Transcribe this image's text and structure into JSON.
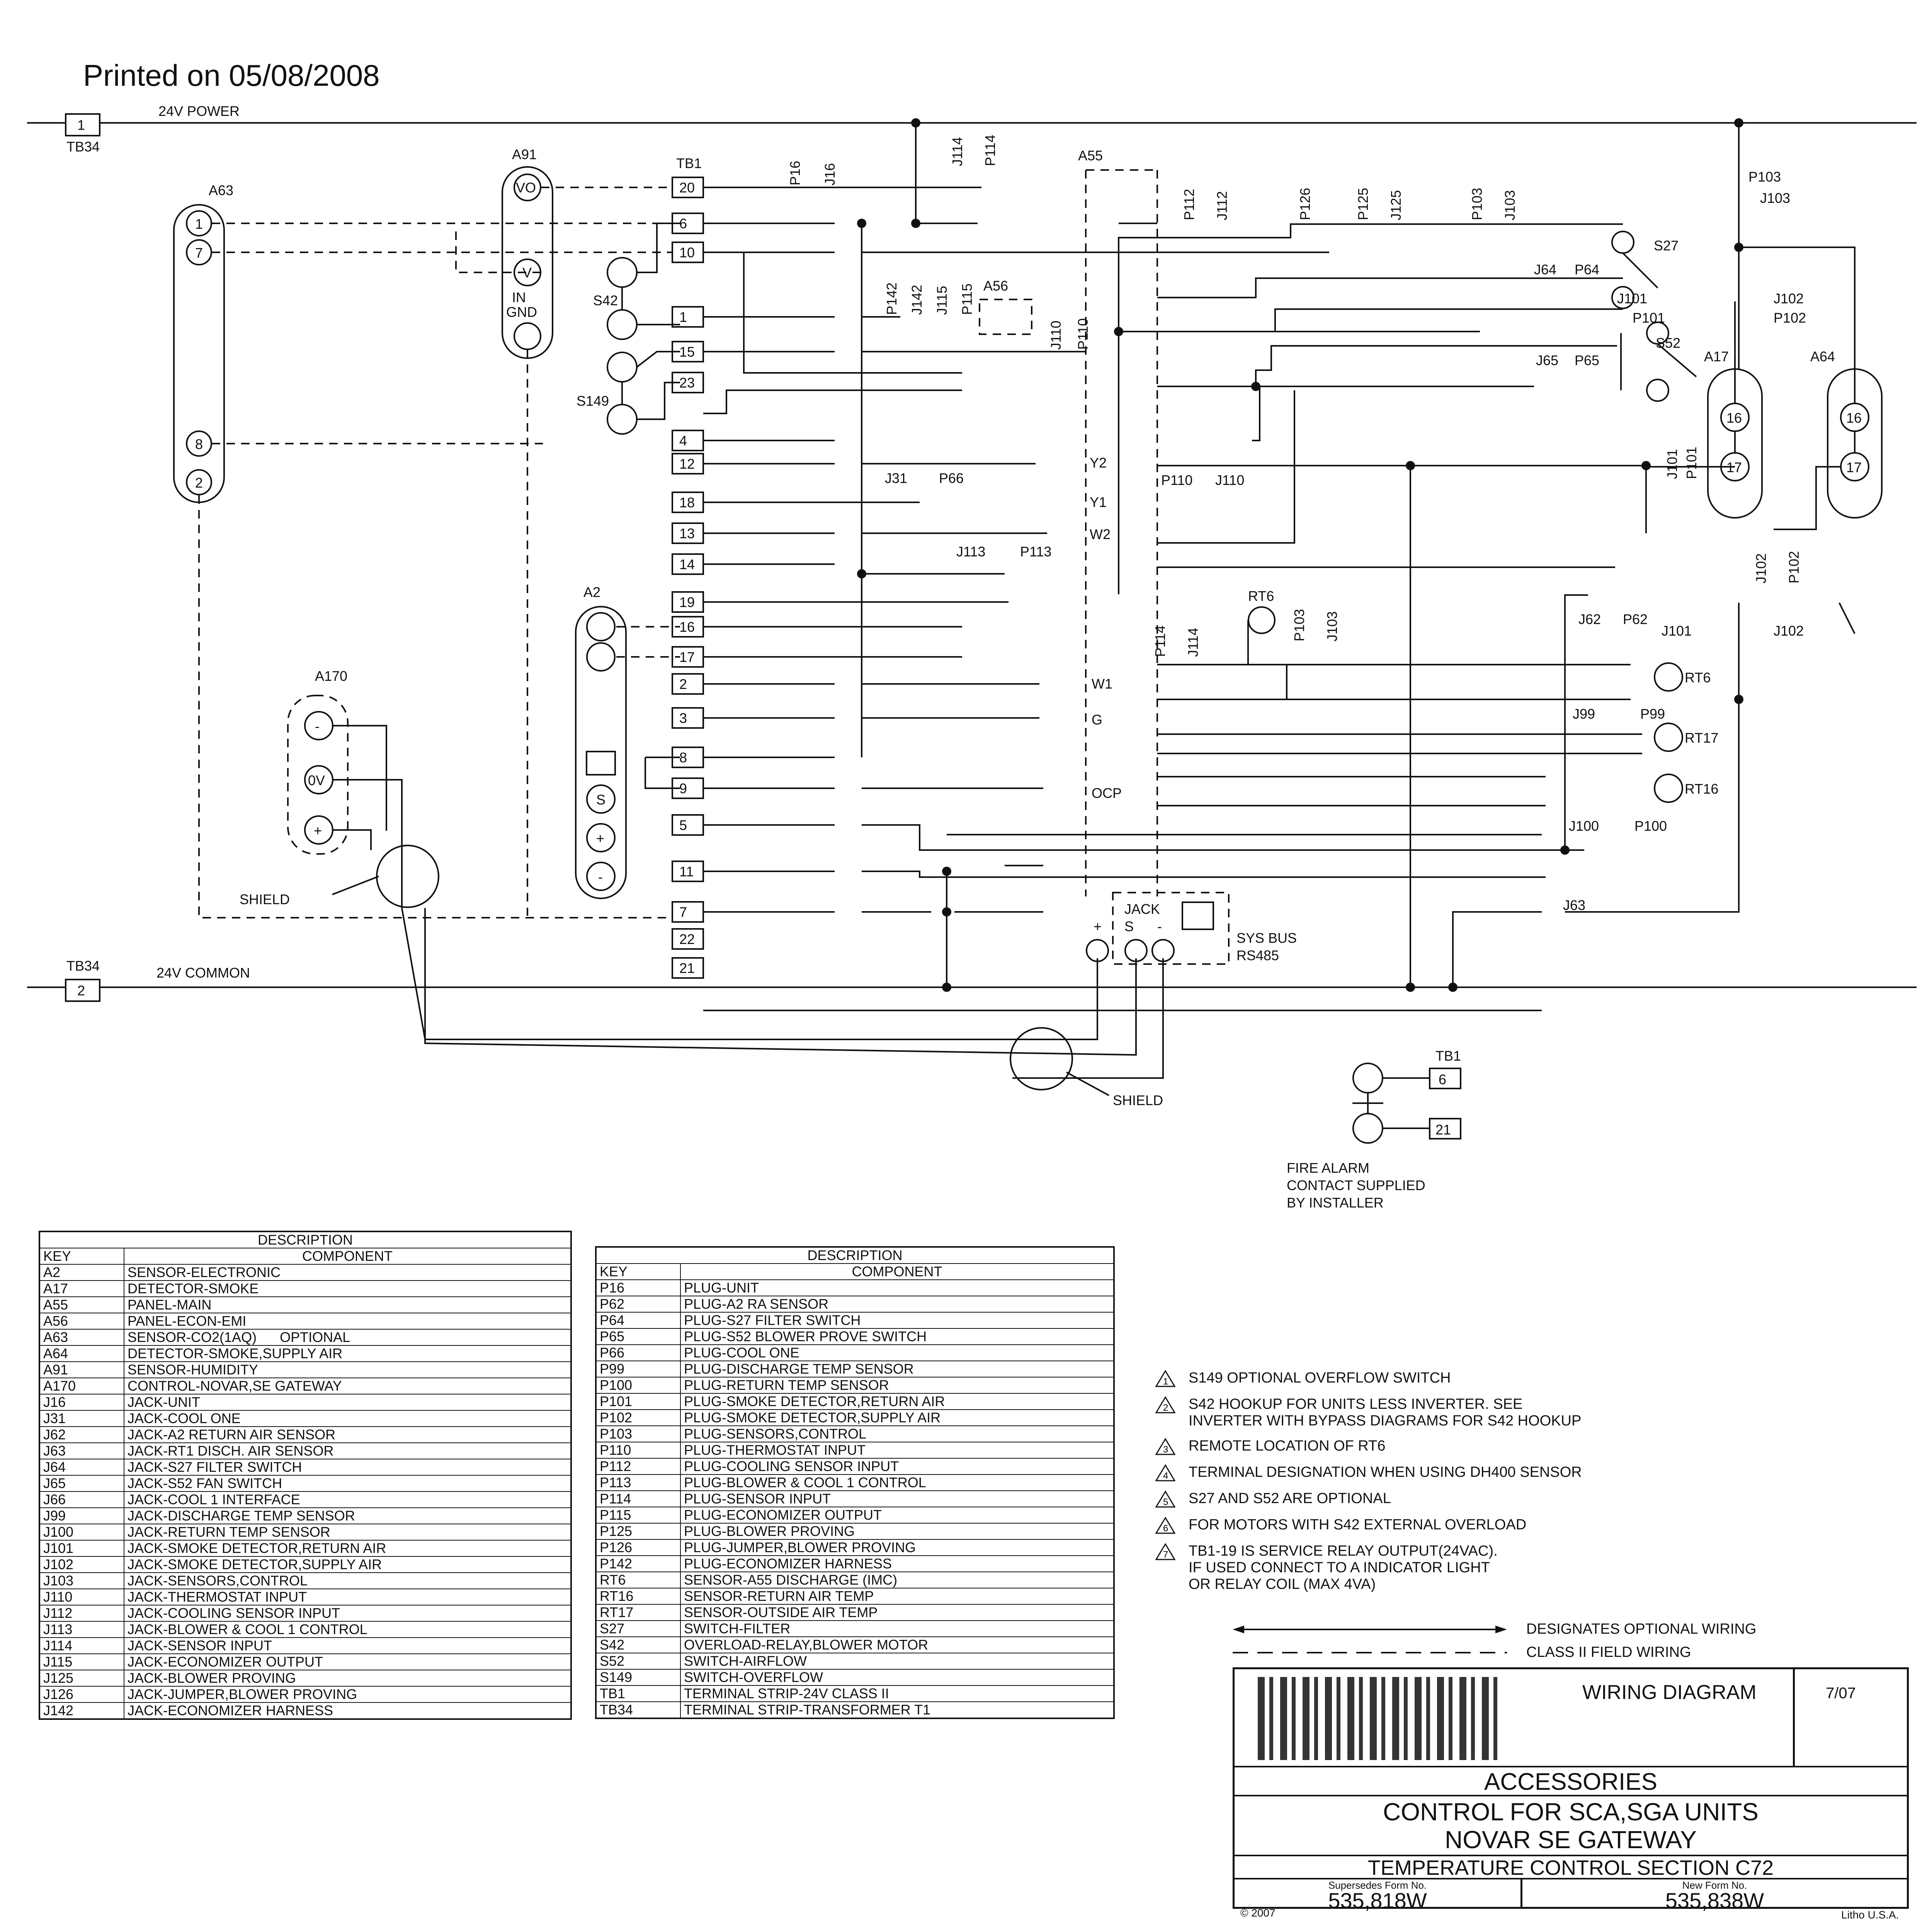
{
  "printed_on": "Printed on 05/08/2008",
  "power_rails": {
    "top_terminal": "1",
    "top_block": "TB34",
    "top_label": "24V POWER",
    "bottom_terminal": "2",
    "bottom_block": "TB34",
    "bottom_label": "24V COMMON"
  },
  "components": {
    "a63": {
      "name": "A63",
      "pins": [
        "1",
        "7",
        "8",
        "2"
      ]
    },
    "a91": {
      "name": "A91",
      "pins": [
        "VO",
        "V",
        "IN",
        "GND"
      ]
    },
    "a170": {
      "name": "A170",
      "pins": [
        "-",
        "0V",
        "+"
      ]
    },
    "a2": {
      "name": "A2",
      "pins": [
        "S",
        "+",
        "-"
      ]
    },
    "a55": {
      "name": "A55"
    },
    "a56": {
      "name": "A56"
    },
    "a17": {
      "name": "A17",
      "pins": [
        "16",
        "17"
      ]
    },
    "a64": {
      "name": "A64",
      "pins": [
        "16",
        "17"
      ]
    },
    "tb1": {
      "name": "TB1",
      "terminals": [
        "20",
        "6",
        "10",
        "1",
        "15",
        "23",
        "4",
        "12",
        "18",
        "13",
        "14",
        "19",
        "16",
        "17",
        "2",
        "3",
        "8",
        "9",
        "5",
        "11",
        "7",
        "22",
        "21"
      ]
    },
    "switches": [
      "S42",
      "S149",
      "S27",
      "S52"
    ],
    "sensors": [
      "RT6",
      "RT17",
      "RT16"
    ],
    "jack_labels": [
      "JACK",
      "+",
      "S",
      "-"
    ],
    "sys_bus": [
      "SYS BUS",
      "RS485"
    ],
    "shield": "SHIELD"
  },
  "connector_labels": {
    "p16": "P16",
    "j16": "J16",
    "j114": "J114",
    "p114": "P114",
    "p112": "P112",
    "j112": "J112",
    "p126": "P126",
    "p125": "P125",
    "j125": "J125",
    "p103": "P103",
    "j103": "J103",
    "p142": "P142",
    "j142": "J142",
    "j115": "J115",
    "p115": "P115",
    "j110": "J110",
    "p110": "P110",
    "j64": "J64",
    "p64": "P64",
    "j65": "J65",
    "p65": "P65",
    "j101": "J101",
    "p101": "P101",
    "j102": "J102",
    "p102": "P102",
    "j31": "J31",
    "p66": "P66",
    "j113": "J113",
    "p113": "P113",
    "j62": "J62",
    "p62": "P62",
    "j99": "J99",
    "p99": "P99",
    "j100": "J100",
    "p100": "P100",
    "j63": "J63",
    "y2": "Y2",
    "y1": "Y1",
    "w2": "W2",
    "w1": "W1",
    "g": "G",
    "ocp": "OCP"
  },
  "fire_alarm": {
    "block": "TB1",
    "t1": "6",
    "t2": "21",
    "caption": [
      "FIRE ALARM",
      "CONTACT SUPPLIED",
      "BY INSTALLER"
    ]
  },
  "table1": {
    "title": "DESCRIPTION",
    "key_header": "KEY",
    "component_header": "COMPONENT",
    "rows": [
      [
        "A2",
        "SENSOR-ELECTRONIC"
      ],
      [
        "A17",
        "DETECTOR-SMOKE"
      ],
      [
        "A55",
        "PANEL-MAIN"
      ],
      [
        "A56",
        "PANEL-ECON-EMI"
      ],
      [
        "A63",
        "SENSOR-CO2(1AQ)      OPTIONAL"
      ],
      [
        "A64",
        "DETECTOR-SMOKE,SUPPLY AIR"
      ],
      [
        "A91",
        "SENSOR-HUMIDITY"
      ],
      [
        "A170",
        "CONTROL-NOVAR,SE GATEWAY"
      ],
      [
        "J16",
        "JACK-UNIT"
      ],
      [
        "J31",
        "JACK-COOL ONE"
      ],
      [
        "J62",
        "JACK-A2 RETURN AIR SENSOR"
      ],
      [
        "J63",
        "JACK-RT1 DISCH. AIR SENSOR"
      ],
      [
        "J64",
        "JACK-S27 FILTER SWITCH"
      ],
      [
        "J65",
        "JACK-S52 FAN SWITCH"
      ],
      [
        "J66",
        "JACK-COOL 1 INTERFACE"
      ],
      [
        "J99",
        "JACK-DISCHARGE TEMP SENSOR"
      ],
      [
        "J100",
        "JACK-RETURN TEMP SENSOR"
      ],
      [
        "J101",
        "JACK-SMOKE DETECTOR,RETURN AIR"
      ],
      [
        "J102",
        "JACK-SMOKE DETECTOR,SUPPLY AIR"
      ],
      [
        "J103",
        "JACK-SENSORS,CONTROL"
      ],
      [
        "J110",
        "JACK-THERMOSTAT INPUT"
      ],
      [
        "J112",
        "JACK-COOLING SENSOR INPUT"
      ],
      [
        "J113",
        "JACK-BLOWER & COOL 1 CONTROL"
      ],
      [
        "J114",
        "JACK-SENSOR INPUT"
      ],
      [
        "J115",
        "JACK-ECONOMIZER OUTPUT"
      ],
      [
        "J125",
        "JACK-BLOWER PROVING"
      ],
      [
        "J126",
        "JACK-JUMPER,BLOWER PROVING"
      ],
      [
        "J142",
        "JACK-ECONOMIZER HARNESS"
      ]
    ]
  },
  "table2": {
    "title": "DESCRIPTION",
    "key_header": "KEY",
    "component_header": "COMPONENT",
    "rows": [
      [
        "P16",
        "PLUG-UNIT"
      ],
      [
        "P62",
        "PLUG-A2 RA SENSOR"
      ],
      [
        "P64",
        "PLUG-S27 FILTER SWITCH"
      ],
      [
        "P65",
        "PLUG-S52 BLOWER PROVE SWITCH"
      ],
      [
        "P66",
        "PLUG-COOL ONE"
      ],
      [
        "P99",
        "PLUG-DISCHARGE TEMP SENSOR"
      ],
      [
        "P100",
        "PLUG-RETURN TEMP SENSOR"
      ],
      [
        "P101",
        "PLUG-SMOKE DETECTOR,RETURN AIR"
      ],
      [
        "P102",
        "PLUG-SMOKE DETECTOR,SUPPLY AIR"
      ],
      [
        "P103",
        "PLUG-SENSORS,CONTROL"
      ],
      [
        "P110",
        "PLUG-THERMOSTAT INPUT"
      ],
      [
        "P112",
        "PLUG-COOLING SENSOR INPUT"
      ],
      [
        "P113",
        "PLUG-BLOWER & COOL 1 CONTROL"
      ],
      [
        "P114",
        "PLUG-SENSOR INPUT"
      ],
      [
        "P115",
        "PLUG-ECONOMIZER OUTPUT"
      ],
      [
        "P125",
        "PLUG-BLOWER PROVING"
      ],
      [
        "P126",
        "PLUG-JUMPER,BLOWER PROVING"
      ],
      [
        "P142",
        "PLUG-ECONOMIZER HARNESS"
      ],
      [
        "RT6",
        "SENSOR-A55 DISCHARGE (IMC)"
      ],
      [
        "RT16",
        "SENSOR-RETURN AIR TEMP"
      ],
      [
        "RT17",
        "SENSOR-OUTSIDE AIR TEMP"
      ],
      [
        "S27",
        "SWITCH-FILTER"
      ],
      [
        "S42",
        "OVERLOAD-RELAY,BLOWER MOTOR"
      ],
      [
        "S52",
        "SWITCH-AIRFLOW"
      ],
      [
        "S149",
        "SWITCH-OVERFLOW"
      ],
      [
        "TB1",
        "TERMINAL STRIP-24V CLASS II"
      ],
      [
        "TB34",
        "TERMINAL STRIP-TRANSFORMER T1"
      ]
    ]
  },
  "notes": [
    {
      "num": "1",
      "text": "S149 OPTIONAL OVERFLOW SWITCH"
    },
    {
      "num": "2",
      "text": "S42 HOOKUP FOR UNITS LESS INVERTER. SEE\nINVERTER WITH BYPASS DIAGRAMS FOR S42 HOOKUP"
    },
    {
      "num": "3",
      "text": "REMOTE LOCATION OF RT6"
    },
    {
      "num": "4",
      "text": "TERMINAL DESIGNATION WHEN USING DH400 SENSOR"
    },
    {
      "num": "5",
      "text": "S27 AND S52 ARE OPTIONAL"
    },
    {
      "num": "6",
      "text": "FOR MOTORS WITH S42 EXTERNAL OVERLOAD"
    },
    {
      "num": "7",
      "text": "TB1-19 IS SERVICE RELAY OUTPUT(24VAC).\nIF USED CONNECT TO A INDICATOR LIGHT\nOR RELAY COIL (MAX 4VA)"
    }
  ],
  "legend": {
    "optional": "DESIGNATES OPTIONAL WIRING",
    "class2": "CLASS II FIELD WIRING"
  },
  "title_block": {
    "heading": "WIRING DIAGRAM",
    "date": "7/07",
    "section": "ACCESSORIES",
    "line1": "CONTROL FOR SCA,SGA UNITS",
    "line2": "NOVAR SE GATEWAY",
    "line3": "TEMPERATURE CONTROL SECTION C72",
    "supersedes_label": "Supersedes Form No.",
    "supersedes": "535,818W",
    "new_label": "New Form No.",
    "new_form": "535,838W",
    "copyright": "© 2007",
    "litho": "Litho U.S.A."
  }
}
